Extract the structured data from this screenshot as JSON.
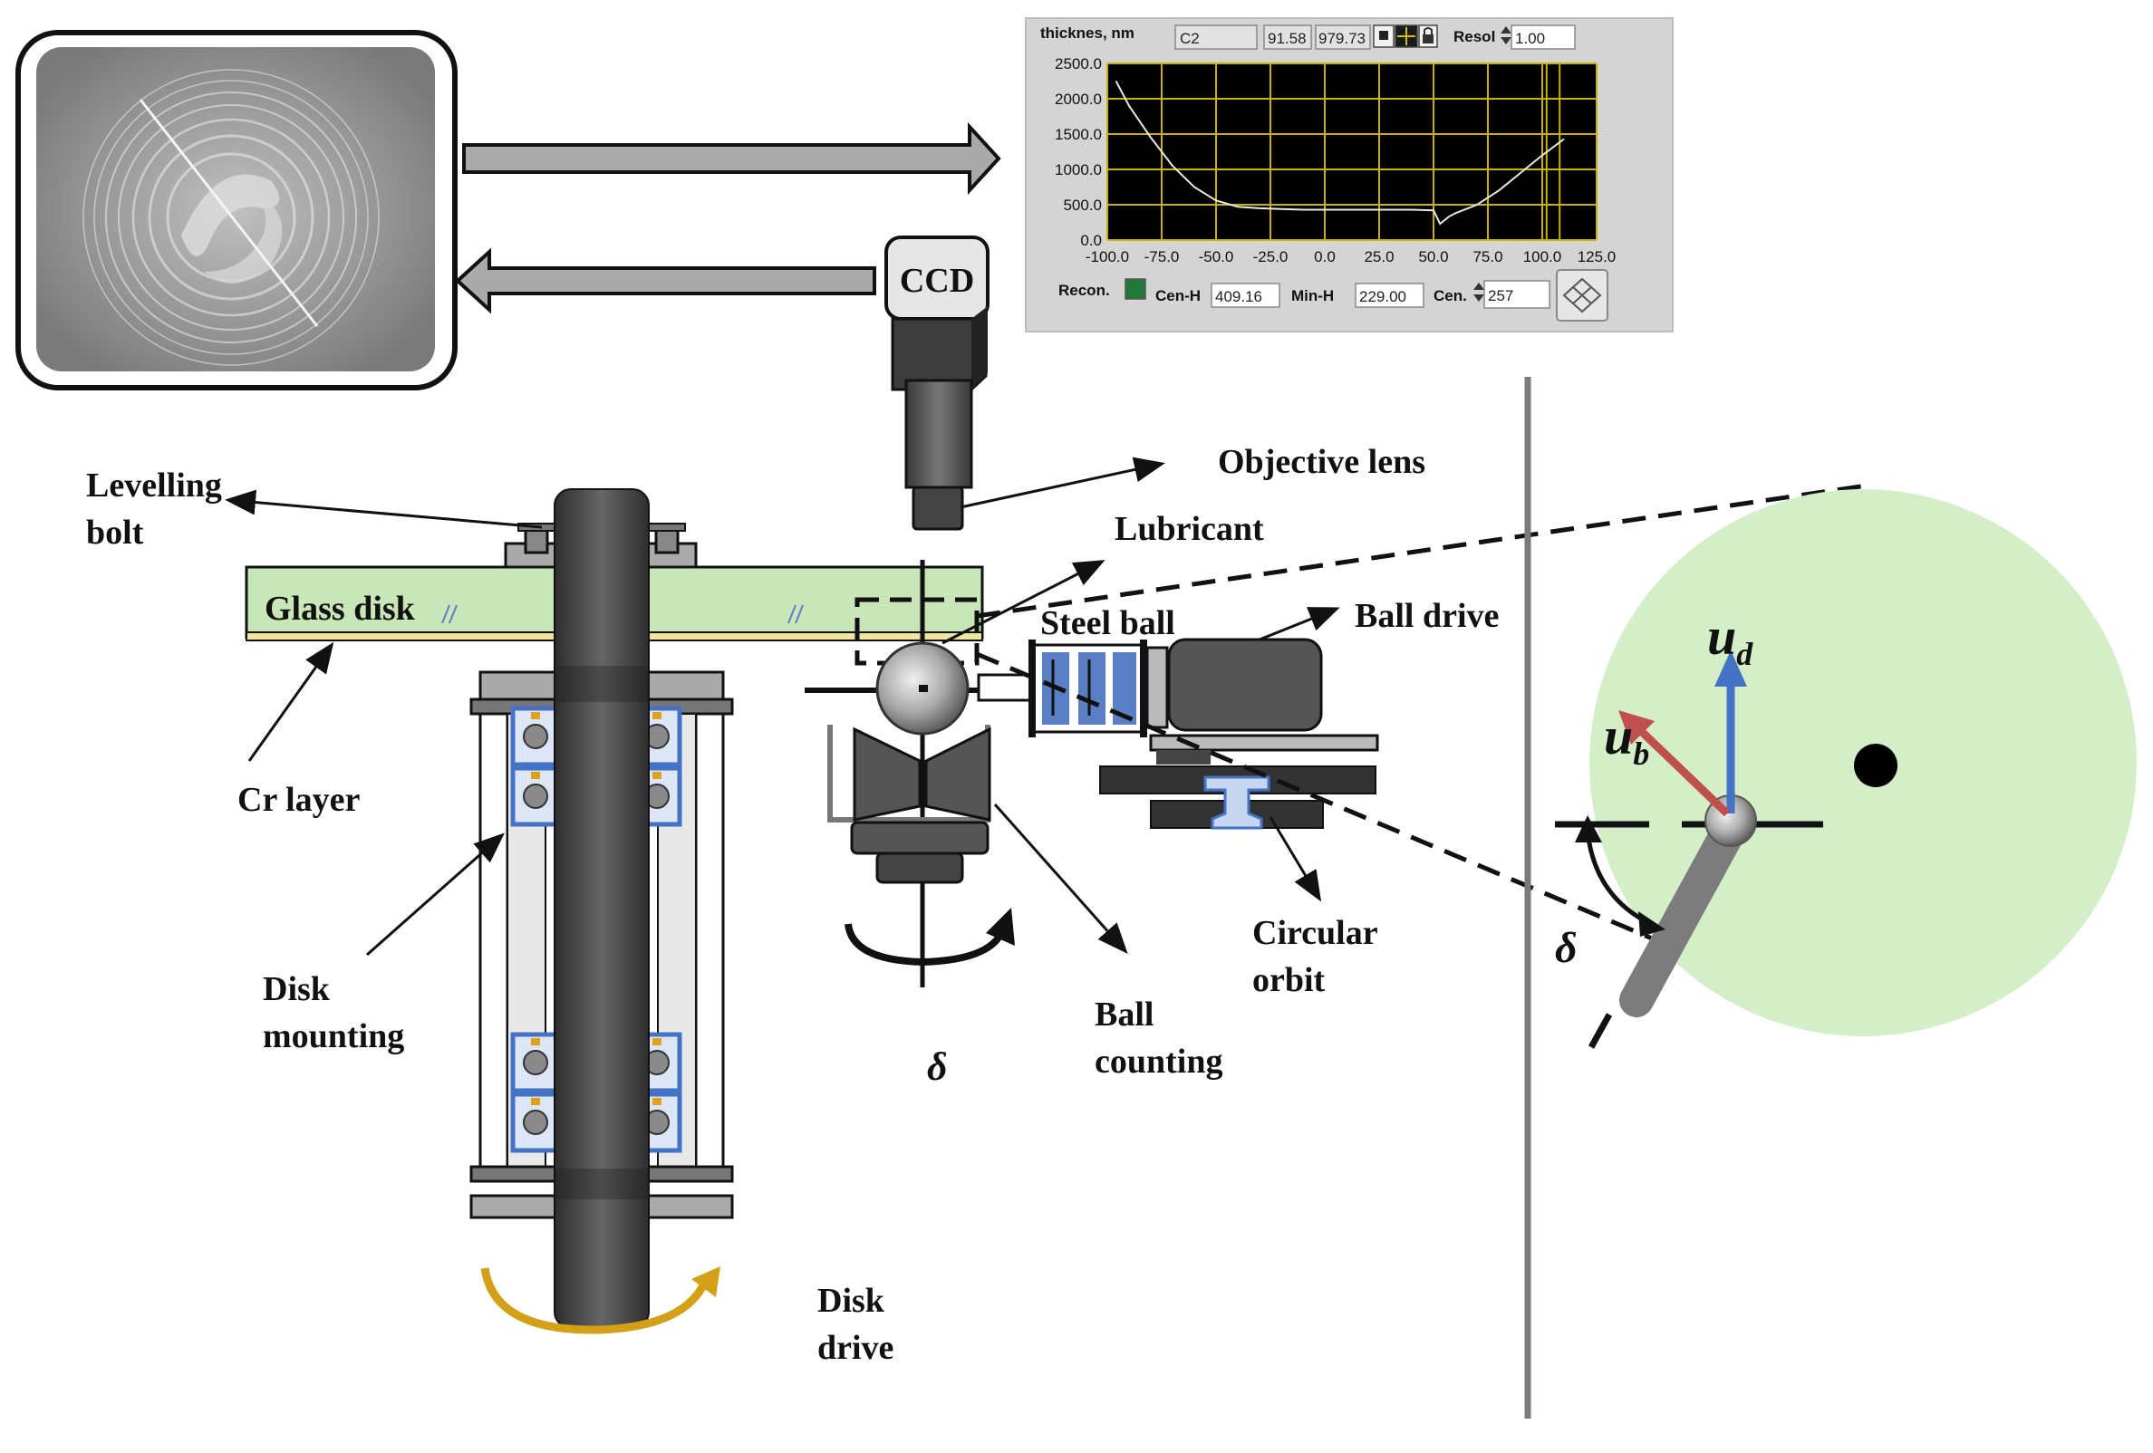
{
  "labels": {
    "ccd": "CCD",
    "objective_lens": "Objective lens",
    "levelling_bolt": [
      "Levelling",
      "bolt"
    ],
    "lubricant": "Lubricant",
    "glass_disk": "Glass disk",
    "steel_ball": "Steel ball",
    "ball_drive": "Ball drive",
    "cr_layer": "Cr layer",
    "circular_orbit": [
      "Circular",
      "orbit"
    ],
    "disk_mounting": [
      "Disk",
      "mounting"
    ],
    "ball_counting": [
      "Ball",
      "counting"
    ],
    "disk_drive": [
      "Disk",
      "drive"
    ],
    "delta": "δ",
    "ud_main": "u",
    "ud_sub": "d",
    "ub_main": "u",
    "ub_sub": "b"
  },
  "panel": {
    "title": "thicknes, nm",
    "field_c": "C2",
    "field_v1": "91.58",
    "field_v2": "979.73",
    "resol_label": "Resol",
    "resol_value": "1.00",
    "recon_label": "Recon.",
    "cenh_label": "Cen-H",
    "cenh_value": "409.16",
    "minh_label": "Min-H",
    "minh_value": "229.00",
    "cen_label": "Cen.",
    "cen_value": "257"
  },
  "chart_data": {
    "type": "line",
    "title": "",
    "xlabel": "",
    "ylabel": "thicknes, nm",
    "xlim": [
      -100,
      125
    ],
    "ylim": [
      0,
      2500
    ],
    "x_ticks": [
      "-100.0",
      "-75.0",
      "-50.0",
      "-25.0",
      "0.0",
      "25.0",
      "50.0",
      "75.0",
      "100.0",
      "125.0"
    ],
    "y_ticks": [
      "0.0",
      "500.0",
      "1000.0",
      "1500.0",
      "2000.0",
      "2500.0"
    ],
    "grid": true,
    "series": [
      {
        "color": "#e8e8e8",
        "x": [
          -96,
          -90,
          -80,
          -70,
          -60,
          -50,
          -40,
          -30,
          -20,
          -10,
          0,
          10,
          20,
          30,
          40,
          50,
          53,
          57,
          60,
          70,
          80,
          90,
          100,
          110
        ],
        "y": [
          2250,
          1900,
          1450,
          1050,
          750,
          560,
          470,
          450,
          440,
          430,
          430,
          430,
          430,
          430,
          430,
          420,
          230,
          330,
          380,
          500,
          700,
          950,
          1200,
          1430
        ]
      }
    ],
    "vertical_markers": [
      102,
      108
    ]
  },
  "colors": {
    "glass": "#c8e6b8",
    "orbit_disk": "#d4efc7",
    "ud_arrow": "#4472c4",
    "ub_arrow": "#c0504d",
    "disk_drive_arrow": "#d4a017",
    "bearing_blue": "#4472c4",
    "plot_bg": "#000000",
    "grid": "#c8b400"
  }
}
